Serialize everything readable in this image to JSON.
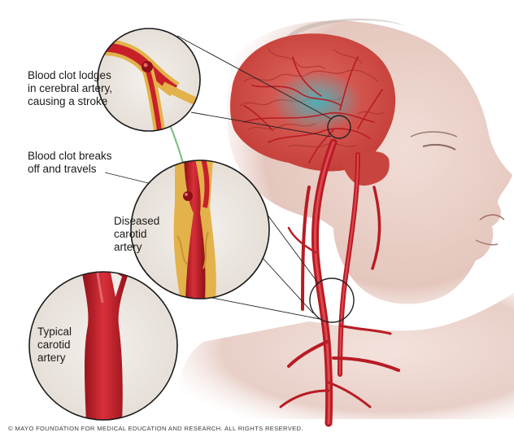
{
  "labels": {
    "lodges": "Blood clot lodges\nin cerebral artery,\ncausing a stroke",
    "breaks": "Blood clot breaks\noff and travels",
    "diseased": "Diseased\ncarotid\nartery",
    "typical": "Typical\ncarotid\nartery"
  },
  "copyright": "© MAYO FOUNDATION FOR MEDICAL EDUCATION AND RESEARCH. ALL RIGHTS RESERVED.",
  "colors": {
    "artery": "#c8202a",
    "artery_dark": "#9e1018",
    "brain": "#d9534f",
    "ischemia": "#3aa8b0",
    "skin": "#e8cfc8",
    "plaque": "#e3b24a"
  }
}
